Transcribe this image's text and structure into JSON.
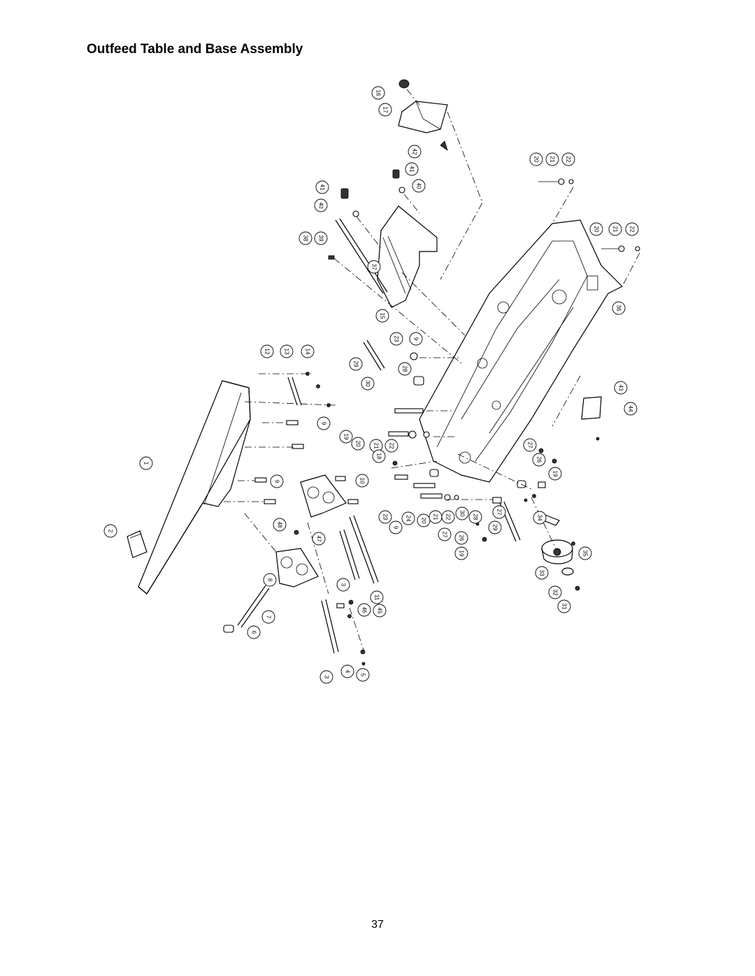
{
  "title": "Outfeed Table and Base Assembly",
  "page_number": "37",
  "callouts": [
    "16",
    "17",
    "42",
    "41",
    "40",
    "41",
    "40",
    "20",
    "21",
    "22",
    "20",
    "21",
    "22",
    "38",
    "39",
    "37",
    "15",
    "36",
    "12",
    "13",
    "14",
    "29",
    "23",
    "9",
    "30",
    "28",
    "9",
    "1",
    "19",
    "20",
    "21",
    "22",
    "18",
    "43",
    "44",
    "27",
    "26",
    "19",
    "10",
    "9",
    "2",
    "48",
    "23",
    "9",
    "24",
    "20",
    "21",
    "22",
    "30",
    "28",
    "27",
    "27",
    "26",
    "19",
    "29",
    "34",
    "47",
    "35",
    "8",
    "3",
    "11",
    "33",
    "46",
    "45",
    "32",
    "7",
    "31",
    "6",
    "3",
    "4",
    "5"
  ]
}
